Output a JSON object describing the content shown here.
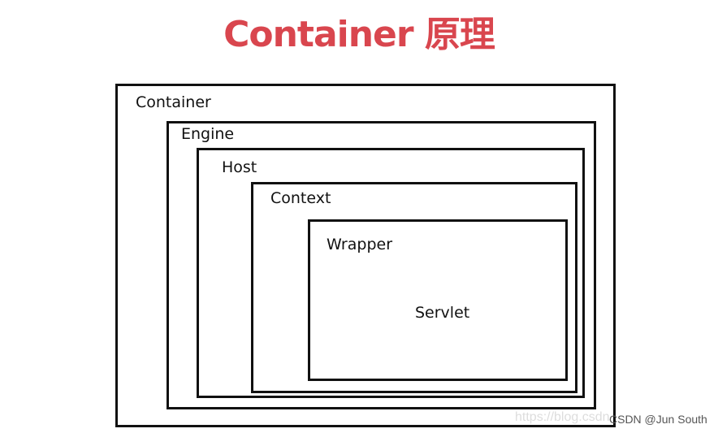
{
  "title": "Container 原理",
  "boxes": {
    "container": "Container",
    "engine": "Engine",
    "host": "Host",
    "context": "Context",
    "wrapper": "Wrapper",
    "servlet": "Servlet"
  },
  "watermark": {
    "url": "https://blog.csdn",
    "credit": "CSDN @Jun South"
  }
}
